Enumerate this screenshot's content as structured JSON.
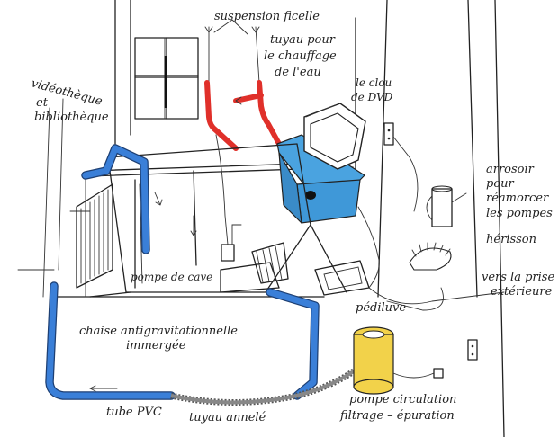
{
  "labels": {
    "suspension": "suspension ficelle",
    "heating_1": "tuyau pour",
    "heating_2": "le chauffage",
    "heating_3": "de l'eau",
    "dvd_1": "le clou",
    "dvd_2": "de DVD",
    "library_1": "vidéothèque",
    "library_2": "et",
    "library_3": "bibliothèque",
    "watering_1": "arrosoir",
    "watering_2": "pour",
    "watering_3": "réamorcer",
    "watering_3b": "les pompes",
    "hedgehog": "hérisson",
    "outlet_1": "vers la prise",
    "outlet_2": "extérieure",
    "cellar_pump": "pompe de cave",
    "footbath": "pédiluve",
    "chair_1": "chaise antigravitationnelle",
    "chair_2": "immergée",
    "pvc_tube": "tube PVC",
    "corrugated": "tuyau annelé",
    "pump_1": "pompe circulation",
    "pump_2": "filtrage – épuration"
  },
  "colors": {
    "pvc_blue": "#3a7fd8",
    "heating_red": "#e0302a",
    "dvd_box_blue": "#4aa3e0",
    "pump_yellow": "#f2d24a"
  },
  "icons": [
    "window-icon",
    "tv-icon",
    "watering-can-icon",
    "power-outlet-icon",
    "pump-icon",
    "hedgehog-icon"
  ]
}
